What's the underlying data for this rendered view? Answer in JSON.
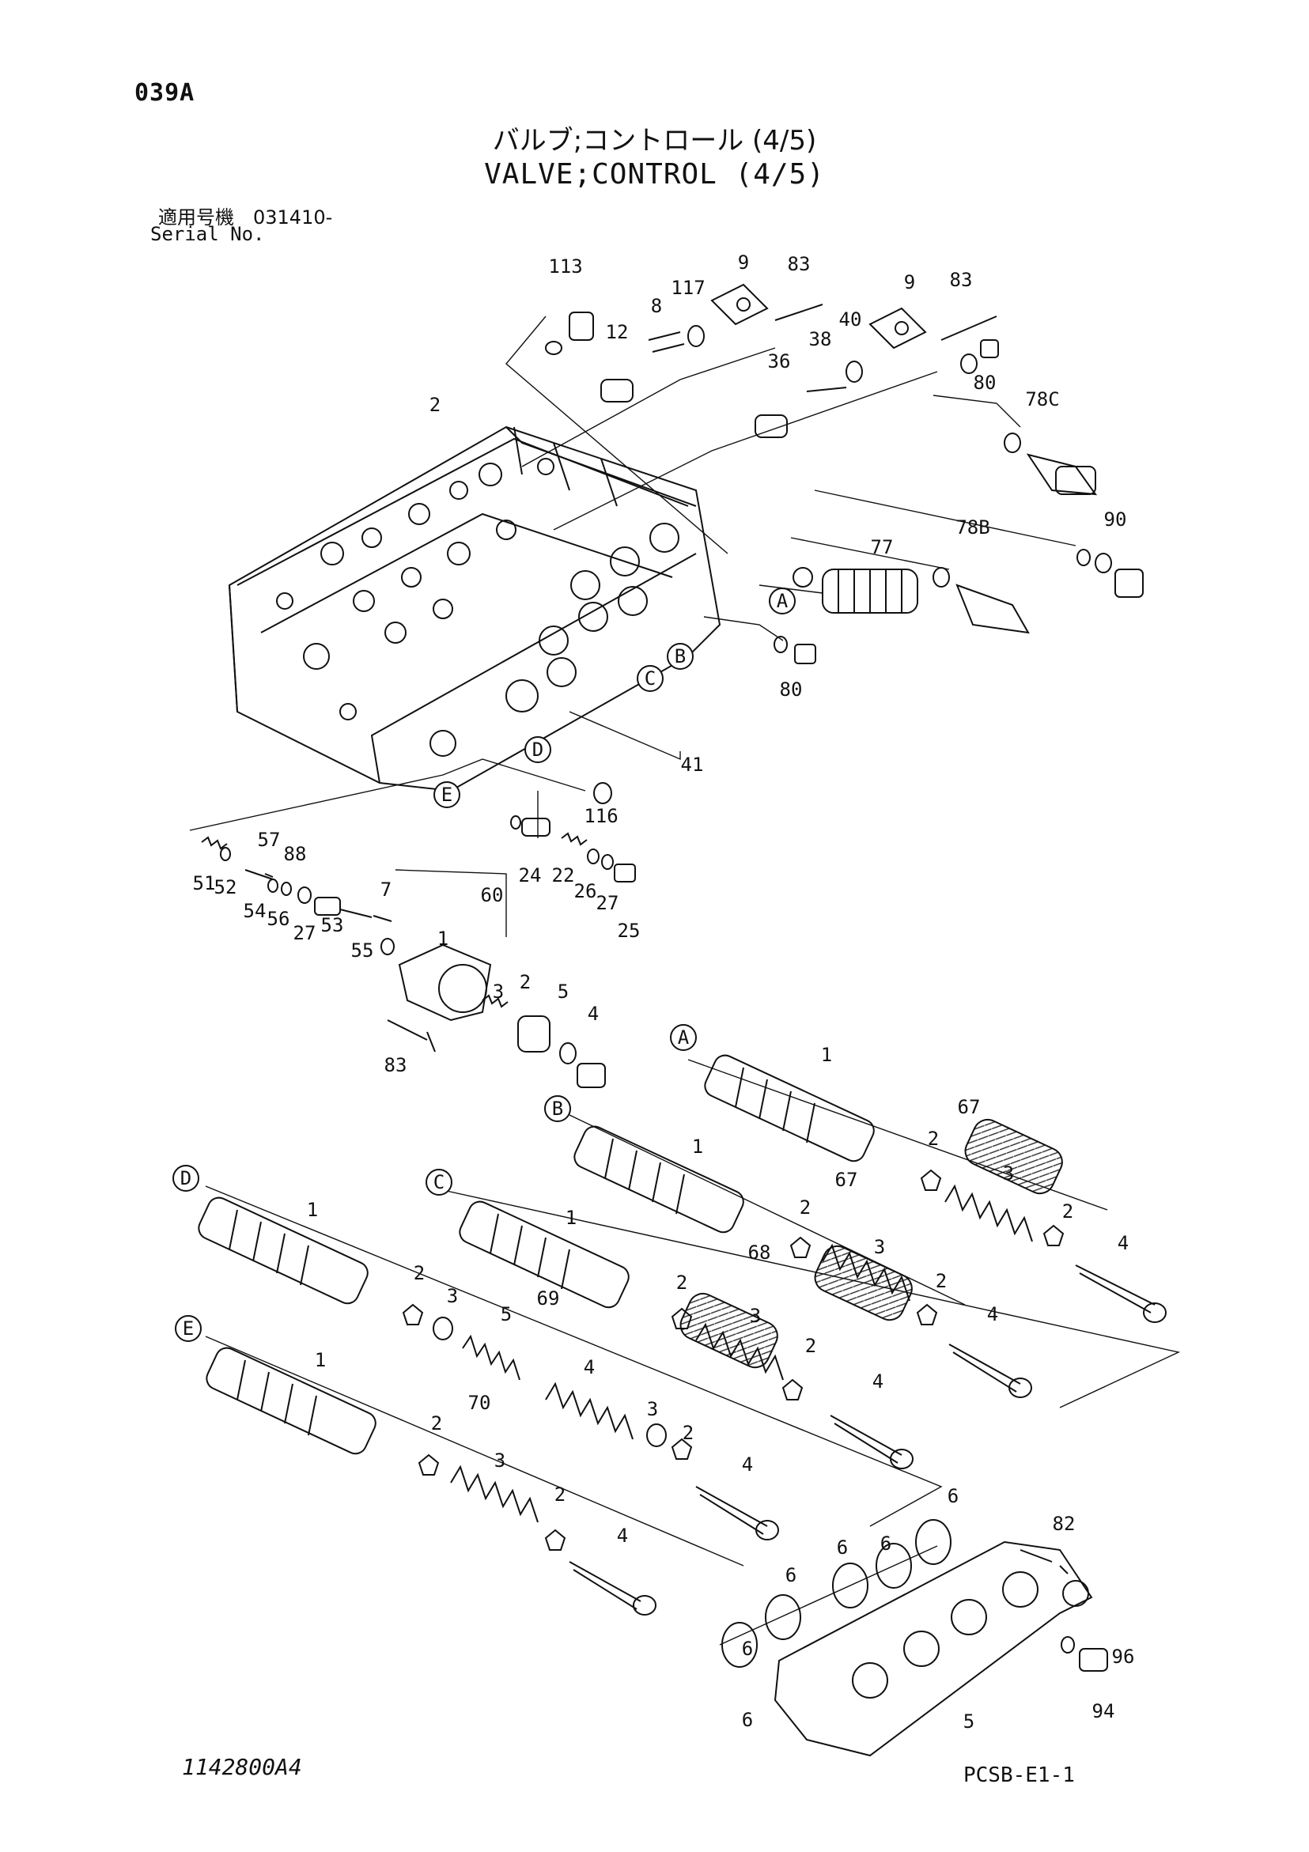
{
  "header": {
    "page_code": "039A",
    "title_jp": "バルブ;コントロール (4/5)",
    "title_en": "VALVE;CONTROL (4/5)",
    "serial_label_jp": "適用号機　031410-",
    "serial_label_en": "Serial No."
  },
  "footer": {
    "drawing_number": "1142800A4",
    "sheet_code": "PCSB-E1-1"
  },
  "callouts": [
    "113",
    "12",
    "8",
    "117",
    "9",
    "83",
    "9",
    "83",
    "36",
    "38",
    "40",
    "80",
    "78C",
    "2",
    "90",
    "78B",
    "77",
    "80",
    "41",
    "116",
    "51",
    "52",
    "57",
    "88",
    "54",
    "56",
    "27",
    "53",
    "55",
    "7",
    "1",
    "60",
    "24",
    "22",
    "26",
    "27",
    "25",
    "3",
    "2",
    "5",
    "4",
    "83",
    "67",
    "1",
    "2",
    "3",
    "2",
    "4",
    "67",
    "1",
    "2",
    "3",
    "2",
    "4",
    "68",
    "1",
    "2",
    "3",
    "2",
    "4",
    "69",
    "1",
    "2",
    "3",
    "5",
    "4",
    "3",
    "2",
    "4",
    "70",
    "1",
    "2",
    "3",
    "2",
    "4",
    "6",
    "6",
    "6",
    "6",
    "6",
    "6",
    "82",
    "96",
    "94",
    "5"
  ],
  "section_markers": [
    "A",
    "B",
    "C",
    "D",
    "E",
    "A",
    "B",
    "C",
    "D",
    "E"
  ]
}
